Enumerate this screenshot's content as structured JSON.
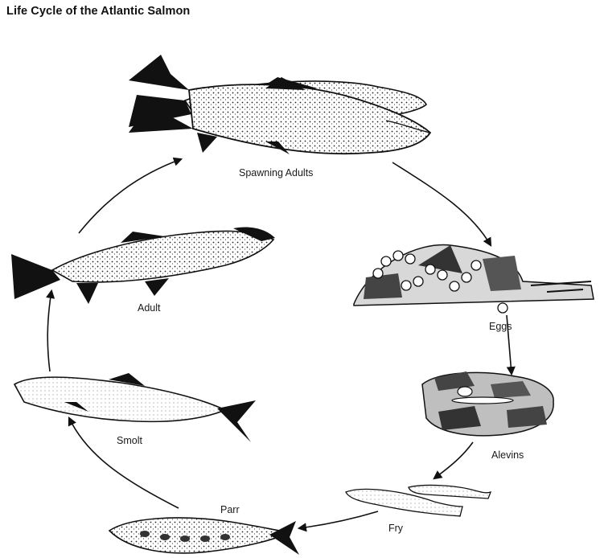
{
  "title": "Life Cycle of the Atlantic Salmon",
  "stages": {
    "spawning_adults": "Spawning Adults",
    "eggs": "Eggs",
    "alevins": "Alevins",
    "fry": "Fry",
    "parr": "Parr",
    "smolt": "Smolt",
    "adult": "Adult"
  },
  "colors": {
    "ink": "#111111",
    "shade": "#555555",
    "light": "#cfcfcf"
  }
}
